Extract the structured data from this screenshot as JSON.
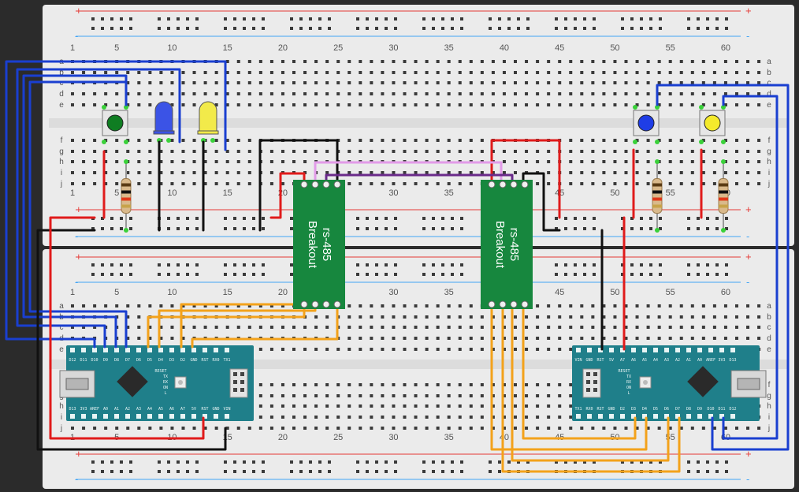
{
  "boards": {
    "column_numbers": [
      "1",
      "5",
      "10",
      "15",
      "20",
      "25",
      "30",
      "35",
      "40",
      "45",
      "50",
      "55",
      "60"
    ],
    "rows_top": [
      "a",
      "b",
      "c",
      "d",
      "e"
    ],
    "rows_bottom": [
      "f",
      "g",
      "h",
      "i",
      "j"
    ],
    "rail_plus": "+",
    "rail_minus": "-"
  },
  "modules": {
    "rs485_left": {
      "line1": "rs-485",
      "line2": "Breakout"
    },
    "rs485_right": {
      "line1": "rs-485",
      "line2": "Breakout"
    }
  },
  "arduino_left": {
    "top_pins": [
      "D12",
      "D11",
      "D10",
      "D9",
      "D8",
      "D7",
      "D6",
      "D5",
      "D4",
      "D3",
      "D2",
      "GND",
      "RST",
      "RX0",
      "TX1"
    ],
    "bottom_pins": [
      "D13",
      "3V3",
      "AREF",
      "A0",
      "A1",
      "A2",
      "A3",
      "A4",
      "A5",
      "A6",
      "A7",
      "5V",
      "RST",
      "GND",
      "VIN"
    ],
    "labels": [
      "RESET",
      "TX",
      "RX",
      "ON",
      "L"
    ]
  },
  "arduino_right": {
    "top_pins": [
      "VIN",
      "GND",
      "RST",
      "5V",
      "A7",
      "A6",
      "A5",
      "A4",
      "A3",
      "A2",
      "A1",
      "A0",
      "AREF",
      "3V3",
      "D13"
    ],
    "bottom_pins": [
      "TX1",
      "RX0",
      "RST",
      "GND",
      "D2",
      "D3",
      "D4",
      "D5",
      "D6",
      "D7",
      "D8",
      "D9",
      "D10",
      "D11",
      "D12"
    ],
    "labels": [
      "RESET",
      "TX",
      "RX",
      "ON",
      "L"
    ]
  },
  "colors": {
    "board": "#ebebeb",
    "hole": "#3a3a3a",
    "rail_red": "#e53935",
    "rail_blue": "#42a5f5",
    "pcb_green": "#17873e",
    "nano_teal": "#1f7f8a",
    "wire_blue": "#1a3fd0",
    "wire_black": "#111111",
    "wire_red": "#e01b1b",
    "wire_orange": "#f3a21b",
    "wire_pink": "#e29be8",
    "wire_purple": "#6a2a8a",
    "led_blue": "#3b53e6",
    "led_yellow": "#f2ea4a",
    "button_green": "#0f7d22",
    "button_blue": "#1f3de6",
    "button_yellow": "#f4ea2c"
  }
}
